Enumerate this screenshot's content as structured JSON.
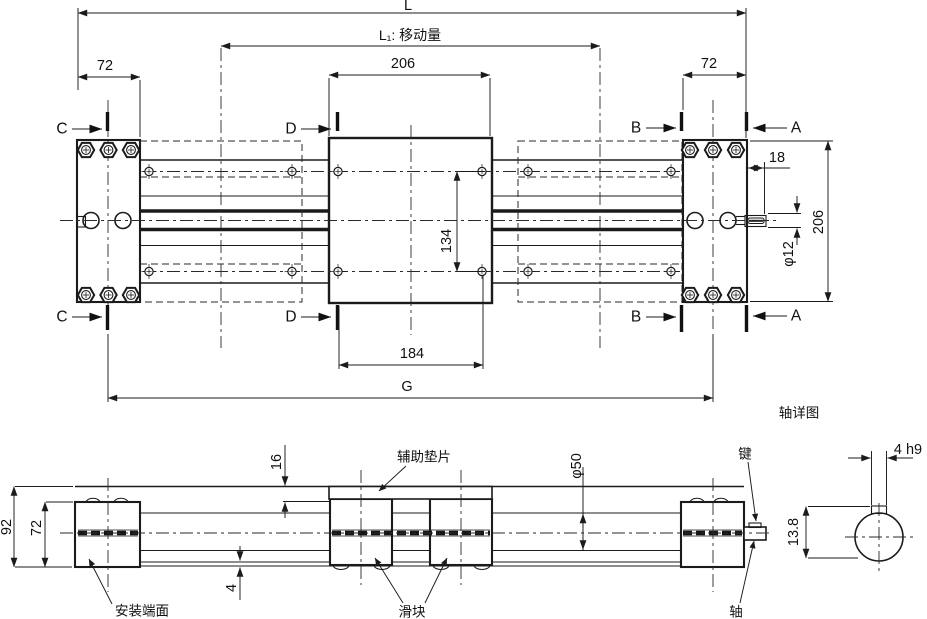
{
  "top_view": {
    "dim_overall_length": "L",
    "dim_travel": "L₁: 移动量",
    "dim_end_block_left": "72",
    "dim_table_length": "206",
    "dim_end_block_right": "72",
    "dim_shaft_extension": "18",
    "dim_body_width": "206",
    "dim_shaft_diameter": "φ12",
    "dim_hole_pitch_vertical": "134",
    "dim_hole_pitch_horizontal": "184",
    "dim_mounting_span": "G",
    "section_a": "A",
    "section_b": "B",
    "section_c": "C",
    "section_d": "D"
  },
  "front_view": {
    "dim_overall_height": "92",
    "dim_end_block_height": "72",
    "dim_shim_offset": "16",
    "dim_rail_offset": "4",
    "dim_body_diameter": "φ50",
    "label_mounting_face": "安装端面",
    "label_aux_shim": "辅助垫片",
    "label_slider": "滑块",
    "label_key": "键",
    "label_shaft": "轴"
  },
  "shaft_detail": {
    "title": "轴详图",
    "dim_key_width": "4 h9",
    "dim_key_flat_height": "13.8"
  },
  "colors": {
    "line": "#1b1b1b",
    "text": "#111111",
    "background": "#ffffff"
  }
}
